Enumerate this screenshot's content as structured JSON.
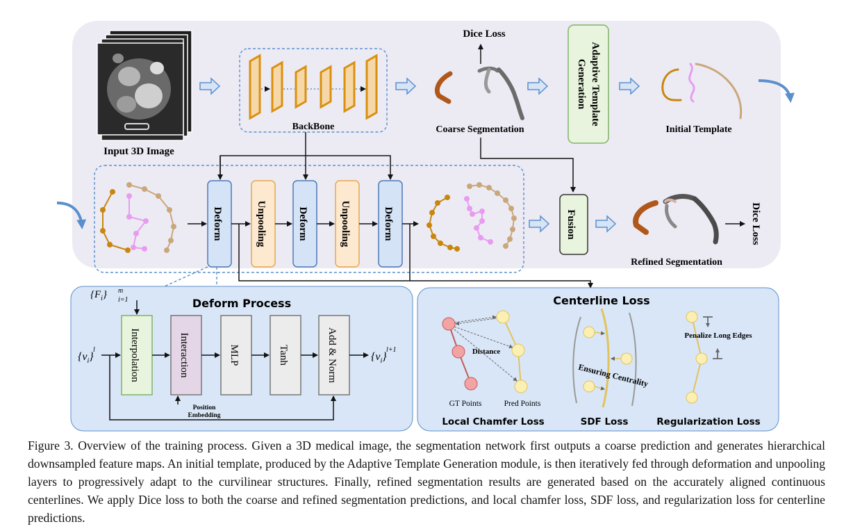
{
  "top": {
    "input_label": "Input  3D Image",
    "backbone_label": "BackBone",
    "coarse_label": "Coarse Segmentation",
    "dice_top": "Dice Loss",
    "atg_line1": "Adaptive Template",
    "atg_line2": "Generation",
    "initial_template": "Initial Template"
  },
  "mid": {
    "deform": "Deform",
    "unpooling": "Unpooling",
    "fusion": "Fusion",
    "refined": "Refined Segmentation",
    "dice_right": "Dice Loss"
  },
  "deform_process": {
    "title": "Deform Process",
    "features": "{F",
    "features_sub": "i",
    "features_close": "}",
    "features_sup": "m",
    "features_range": "i=1",
    "vin": "{v",
    "vin_sub": "i",
    "vin_sup": "l",
    "vout": "{v",
    "vout_sub": "i",
    "vout_sup": "l+1",
    "blocks": [
      "Interpolation",
      "Interaction",
      "MLP",
      "Tanh",
      "Add & Norm"
    ],
    "pos_emb_1": "Position",
    "pos_emb_2": "Embedding"
  },
  "centerline": {
    "title": "Centerline Loss",
    "distance": "Distance",
    "gt_points": "GT Points",
    "pred_points": "Pred Points",
    "chamfer": "Local Chamfer Loss",
    "centrality": "Ensuring Centrality",
    "sdf": "SDF Loss",
    "penalize": "Penalize Long Edges",
    "reg": "Regularization Loss"
  },
  "colors": {
    "top_panel": "#ecebf4",
    "blue_panel": "#d9e6f7",
    "deform_fill": "#d4e3f6",
    "deform_stroke": "#4e77b8",
    "unpool_fill": "#fde9cf",
    "unpool_stroke": "#e9a64a",
    "green_fill": "#e8f4dd",
    "green_stroke": "#7fb366",
    "interaction_fill": "#e4d6e6",
    "grey_fill": "#ececec",
    "backbone": "#d9900f",
    "arrow_blue": "#5b8fcc",
    "gold": "#c8860f",
    "tan": "#c9a77b",
    "violet": "#e89cf0",
    "gt_red": "#f2a3a3",
    "pred_yellow": "#fbefb4"
  },
  "caption": "Figure 3.  Overview of the training process.  Given a 3D medical image, the segmentation network first outputs a coarse prediction and generates hierarchical downsampled feature maps.  An initial template, produced by the Adaptive Template Generation module, is then iteratively fed through deformation and unpooling layers to progressively adapt to the curvilinear structures. Finally, refined segmentation results are generated based on the accurately aligned continuous centerlines. We apply Dice loss to both the coarse and refined segmentation predictions, and local chamfer loss, SDF loss, and regularization loss for centerline predictions."
}
